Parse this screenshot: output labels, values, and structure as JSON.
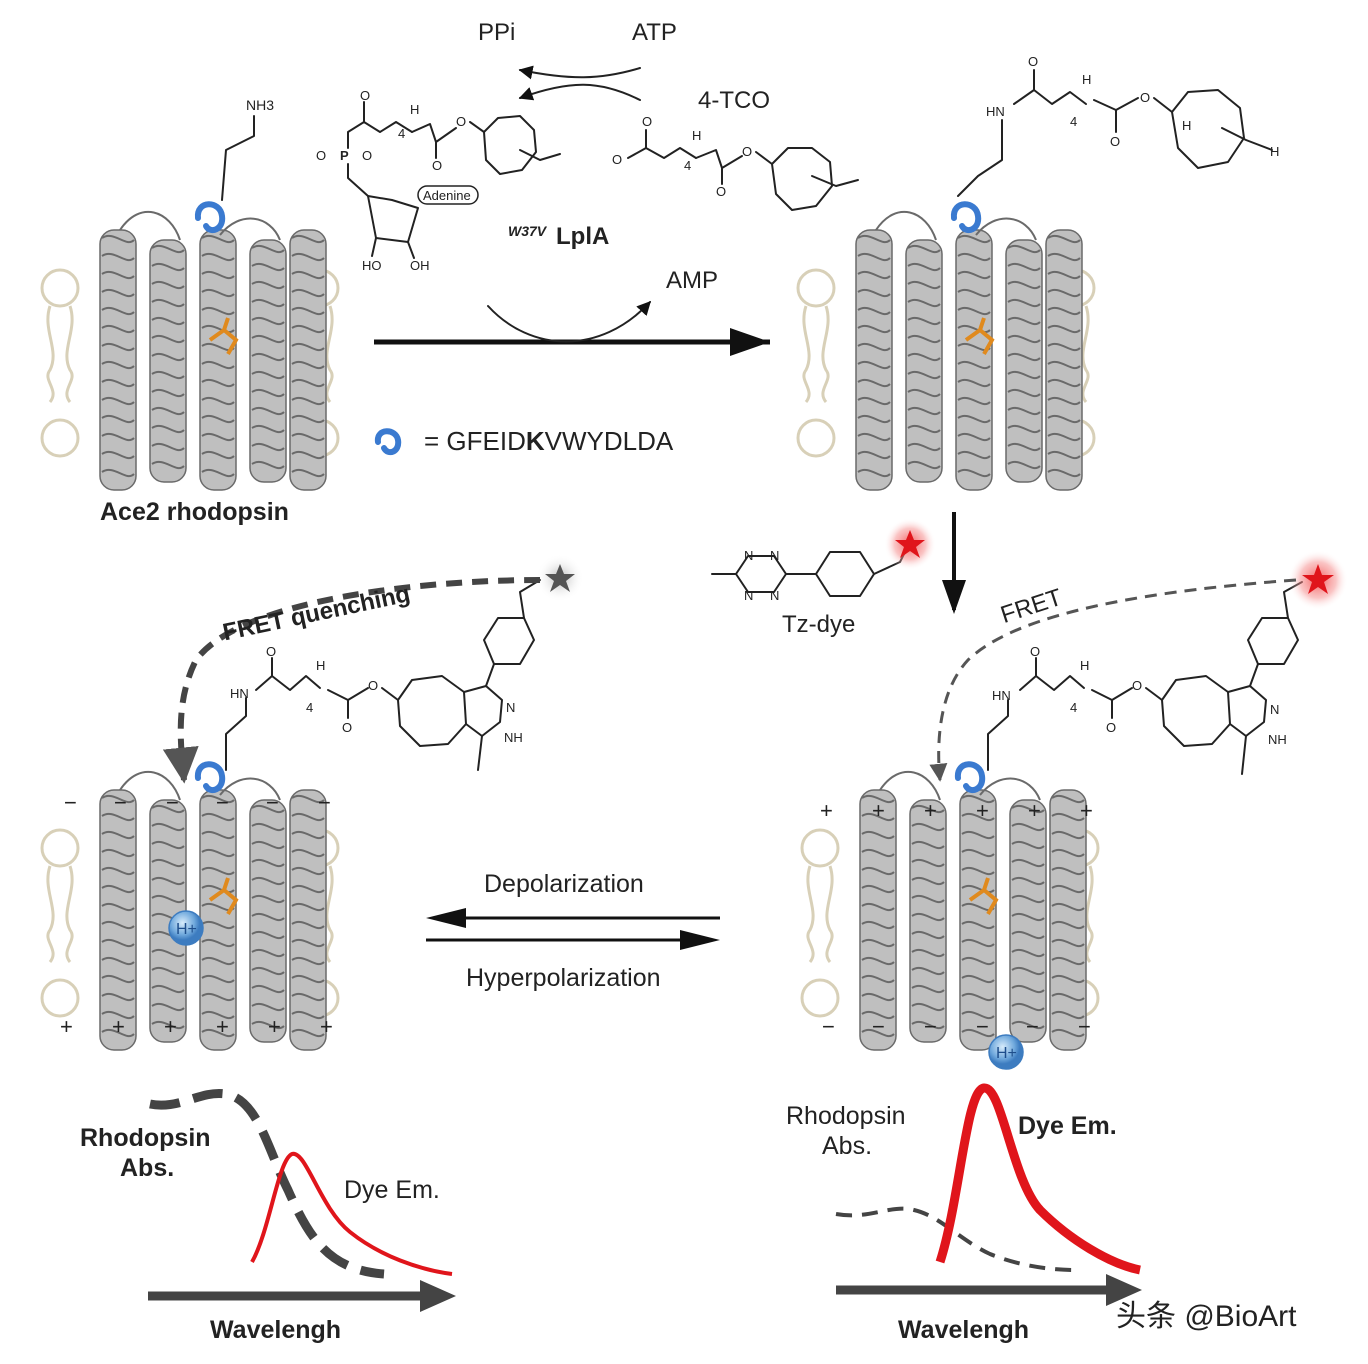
{
  "reaction": {
    "ppi": "PPi",
    "atp": "ATP",
    "tco": "4-TCO",
    "enzyme_sup": "W37V",
    "enzyme": "LplA",
    "amp": "AMP",
    "adenine": "Adenine"
  },
  "legend": {
    "peptide_prefix": "= GFEID",
    "peptide_bold": "K",
    "peptide_suffix": "VWYDLDA"
  },
  "labels": {
    "ace2": "Ace2 rhodopsin",
    "tz_dye": "Tz-dye",
    "fret_quenching": "FRET  quenching",
    "fret": "FRET",
    "depolarization": "Depolarization",
    "hyperpolarization": "Hyperpolarization",
    "rhodopsin_abs_line1": "Rhodopsin",
    "rhodopsin_abs_line2": "Abs.",
    "dye_em": "Dye Em.",
    "wavelength": "Wavelengh",
    "proton": "H+",
    "watermark": "头条 @BioArt"
  },
  "atoms": {
    "nh3": "NH3",
    "hn": "HN",
    "h": "H",
    "nh": "NH",
    "n": "N",
    "o": "O",
    "oh": "OH",
    "ho": "HO",
    "p": "P",
    "subscript4": "4",
    "plus": "+",
    "minus": "−"
  },
  "colors": {
    "dye_red": "#e0151b",
    "dye_glow": "#f58a8a",
    "quenched_dye": "#555555",
    "tag_blue": "#3a7ad0",
    "retinal_orange": "#e08a1e",
    "lipid": "#d8d0b8",
    "helix_gray": "#bfbfbf",
    "abs_curve": "#444444"
  }
}
